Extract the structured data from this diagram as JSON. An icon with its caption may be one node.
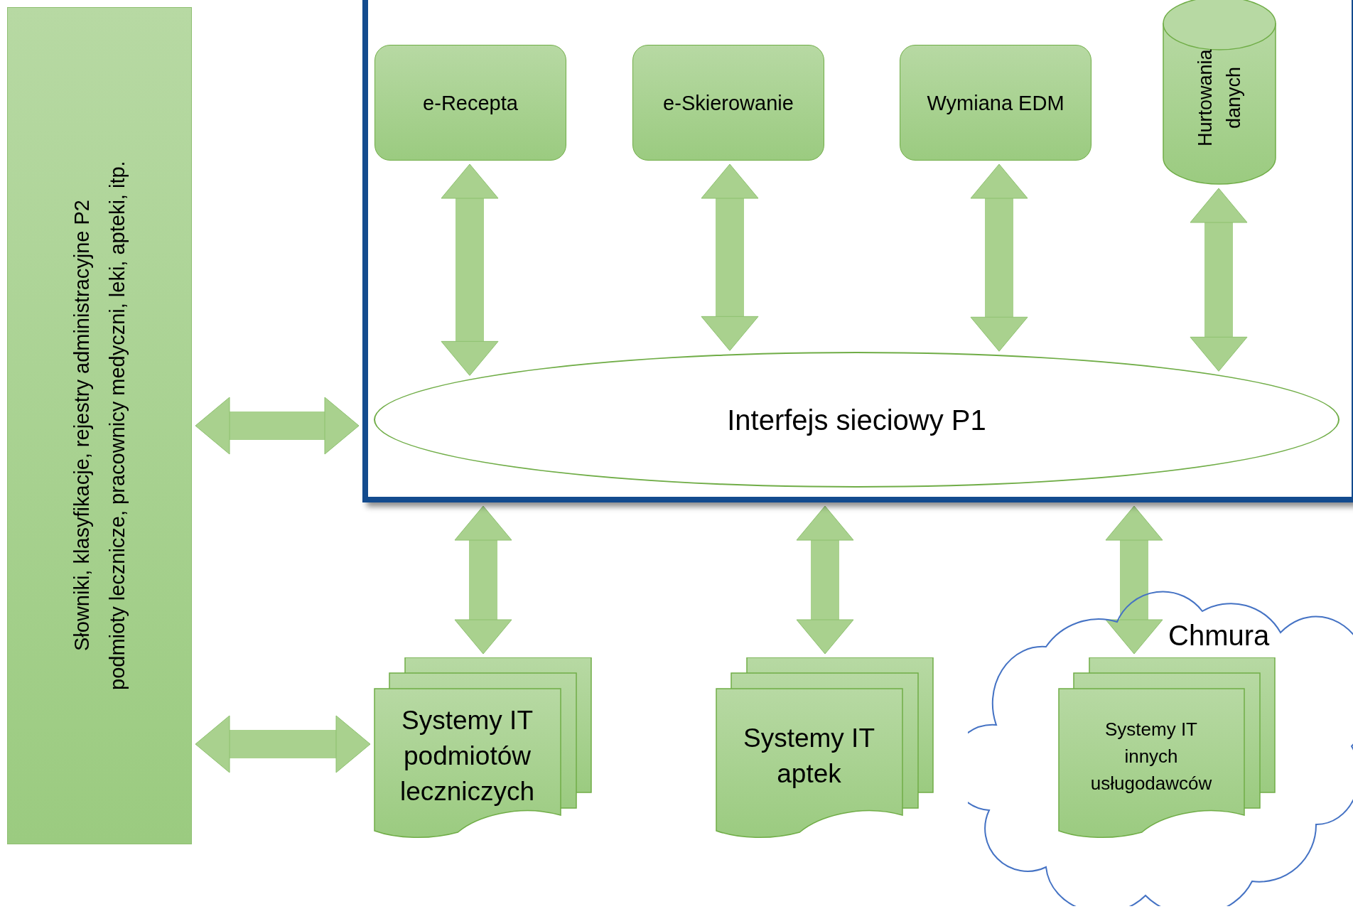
{
  "diagram": {
    "nodes": [
      {
        "text": [
          "Słowniki, klasyfikacje, rejestry administracyjne P2 podmioty lecznicze, pracownicy medyczni, leki, apteki, itp."
        ]
      },
      {
        "text": [],
        "shape": "box"
      },
      {
        "text": [
          "e-Recepta"
        ],
        "in": 1
      },
      {
        "text": [
          "e-Skierowanie"
        ],
        "in": 1
      },
      {
        "text": [
          "Wymiana EDM"
        ],
        "in": 1
      },
      {
        "text": [
          "Hurtowania danych"
        ],
        "in": 1
      },
      {
        "text": [
          "Interfejs sieciowy P1"
        ],
        "in": 1
      },
      {
        "text": [
          "Chmura"
        ]
      },
      {
        "text": [
          "Systemy IT podmiotów leczniczych"
        ]
      },
      {
        "text": [
          "Systemy IT aptek"
        ]
      },
      {
        "text": [
          "Systemy IT innych usługodawców"
        ],
        "in": 7
      }
    ],
    "edges": [
      {
        "from": 0,
        "to": 1,
        "arrow": "both"
      },
      {
        "from": 0,
        "to": 8,
        "arrow": "both"
      },
      {
        "from": 2,
        "to": 6,
        "arrow": "both"
      },
      {
        "from": 3,
        "to": 6,
        "arrow": "both"
      },
      {
        "from": 4,
        "to": 6,
        "arrow": "both"
      },
      {
        "from": 5,
        "to": 6,
        "arrow": "both"
      },
      {
        "from": 1,
        "to": 8,
        "arrow": "both"
      },
      {
        "from": 1,
        "to": 9,
        "arrow": "both"
      },
      {
        "from": 1,
        "to": 10,
        "arrow": "both"
      }
    ]
  }
}
